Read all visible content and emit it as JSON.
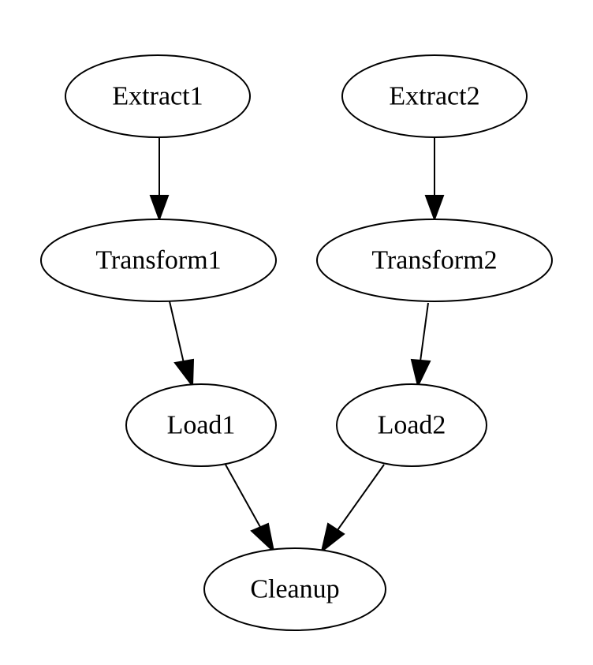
{
  "graph": {
    "nodes": [
      {
        "id": "extract1",
        "label": "Extract1"
      },
      {
        "id": "extract2",
        "label": "Extract2"
      },
      {
        "id": "transform1",
        "label": "Transform1"
      },
      {
        "id": "transform2",
        "label": "Transform2"
      },
      {
        "id": "load1",
        "label": "Load1"
      },
      {
        "id": "load2",
        "label": "Load2"
      },
      {
        "id": "cleanup",
        "label": "Cleanup"
      }
    ],
    "edges": [
      {
        "from": "extract1",
        "to": "transform1"
      },
      {
        "from": "extract2",
        "to": "transform2"
      },
      {
        "from": "transform1",
        "to": "load1"
      },
      {
        "from": "transform2",
        "to": "load2"
      },
      {
        "from": "load1",
        "to": "cleanup"
      },
      {
        "from": "load2",
        "to": "cleanup"
      }
    ]
  },
  "colors": {
    "stroke": "#000000",
    "fill": "#ffffff"
  }
}
